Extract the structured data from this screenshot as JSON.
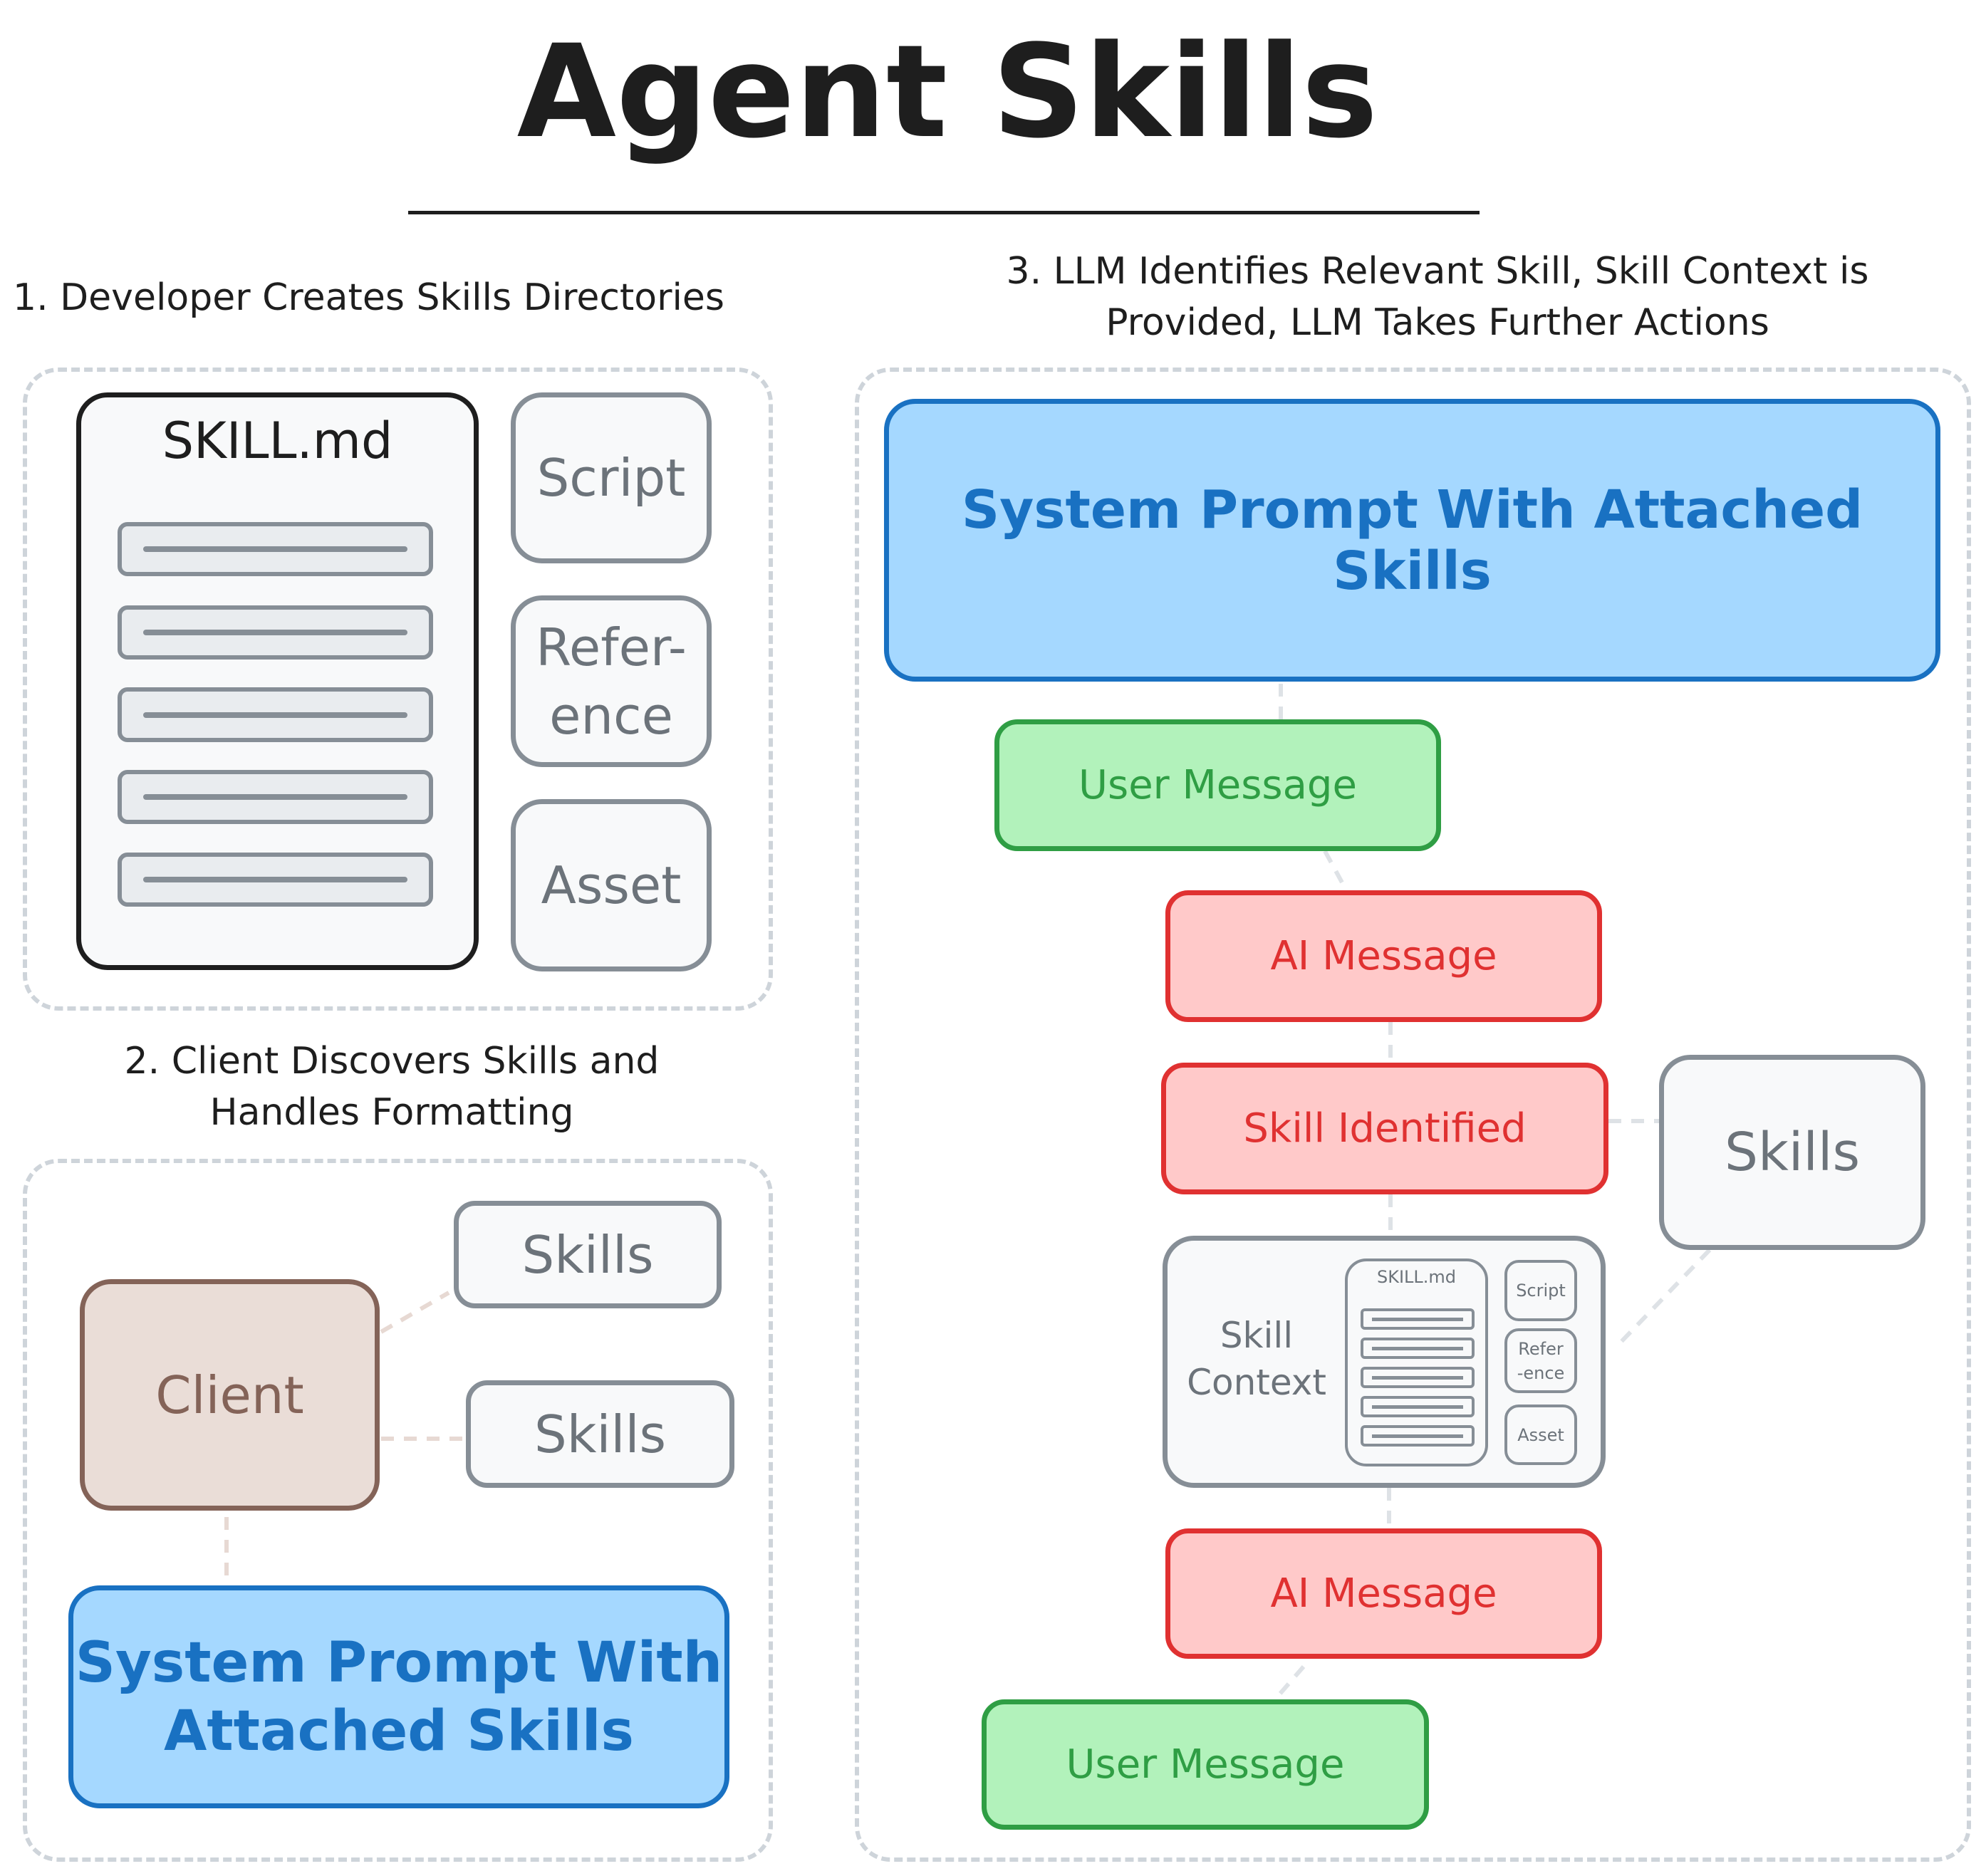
{
  "title": "Agent Skills",
  "section1": {
    "heading": "1. Developer Creates Skills Directories",
    "skill_md": "SKILL.md",
    "script": "Script",
    "reference": "Refer-\nence",
    "asset": "Asset"
  },
  "section2": {
    "heading": "2. Client Discovers Skills and\nHandles Formatting",
    "skills_1": "Skills",
    "skills_2": "Skills",
    "client": "Client",
    "system_prompt": "System Prompt With\nAttached Skills"
  },
  "section3": {
    "heading": "3. LLM Identifies Relevant Skill, Skill Context is\nProvided, LLM Takes Further Actions",
    "system_prompt": "System Prompt With Attached Skills",
    "user_message_1": "User Message",
    "ai_message_1": "AI Message",
    "skill_identified": "Skill Identified",
    "skills": "Skills",
    "skill_context": "Skill\nContext",
    "mini_skill_md": "SKILL.md",
    "mini_script": "Script",
    "mini_reference": "Refer\n-ence",
    "mini_asset": "Asset",
    "ai_message_2": "AI Message",
    "user_message_2": "User Message"
  },
  "colors": {
    "blue": "#1971c2",
    "green": "#2f9e44",
    "red": "#e03131",
    "gray": "#868e96",
    "brown": "#846358"
  }
}
